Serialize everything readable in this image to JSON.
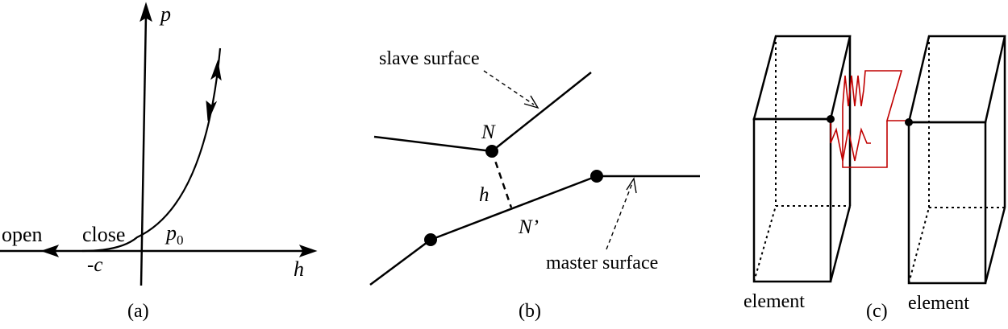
{
  "panel_a": {
    "caption": "(a)",
    "y_axis_label": "p",
    "x_axis_label": "h",
    "open_label": "open",
    "close_label": "close",
    "offset_label": "-c",
    "p0_label_base": "p",
    "p0_label_sub": "0"
  },
  "panel_b": {
    "caption": "(b)",
    "slave_label": "slave surface",
    "master_label": "master surface",
    "node_label": "N",
    "projection_label": "N’",
    "gap_label": "h"
  },
  "panel_c": {
    "caption": "(c)",
    "left_element_label": "element",
    "right_element_label": "element"
  },
  "colors": {
    "stroke": "#000000",
    "spring": "#c00000",
    "background": "#ffffff"
  },
  "icons": {
    "node_marker": "filled-circle",
    "spring_symbol": "zigzag-spring"
  }
}
